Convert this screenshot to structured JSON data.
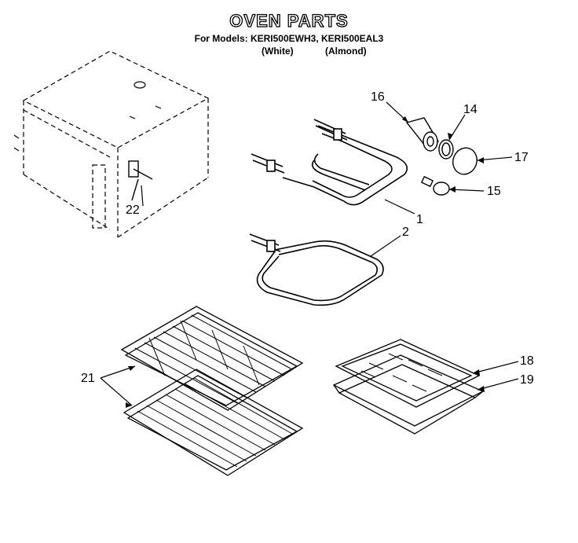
{
  "title": "OVEN PARTS",
  "models_line": "For Models: KERI500EWH3, KERI500EAL3",
  "color_white": "(White)",
  "color_almond": "(Almond)",
  "callouts": {
    "c1": "1",
    "c2": "2",
    "c14": "14",
    "c15": "15",
    "c16": "16",
    "c17": "17",
    "c18": "18",
    "c19": "19",
    "c21": "21",
    "c22": "22"
  }
}
